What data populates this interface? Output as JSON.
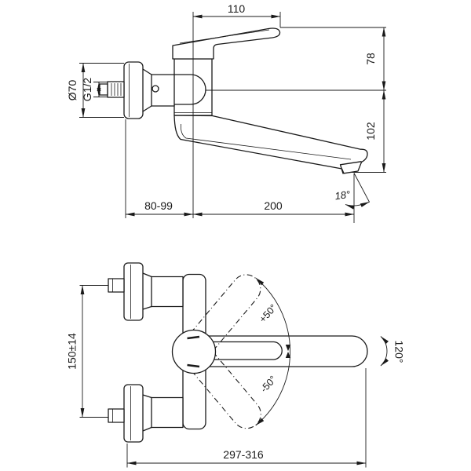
{
  "colors": {
    "line": "#1a1a1a",
    "background": "#ffffff"
  },
  "side_view": {
    "handle_length": "110",
    "height_above_center": "78",
    "height_below_center": "102",
    "flange_diameter": "Ø70",
    "thread_size": "G1/2",
    "wall_to_center": "80-99",
    "spout_reach": "200",
    "spout_angle": "18°"
  },
  "front_view": {
    "connection_distance": "150±14",
    "overall_width": "297-316",
    "handle_swing_up": "+50°",
    "handle_swing_down": "-50°",
    "handle_arc": "120°"
  }
}
